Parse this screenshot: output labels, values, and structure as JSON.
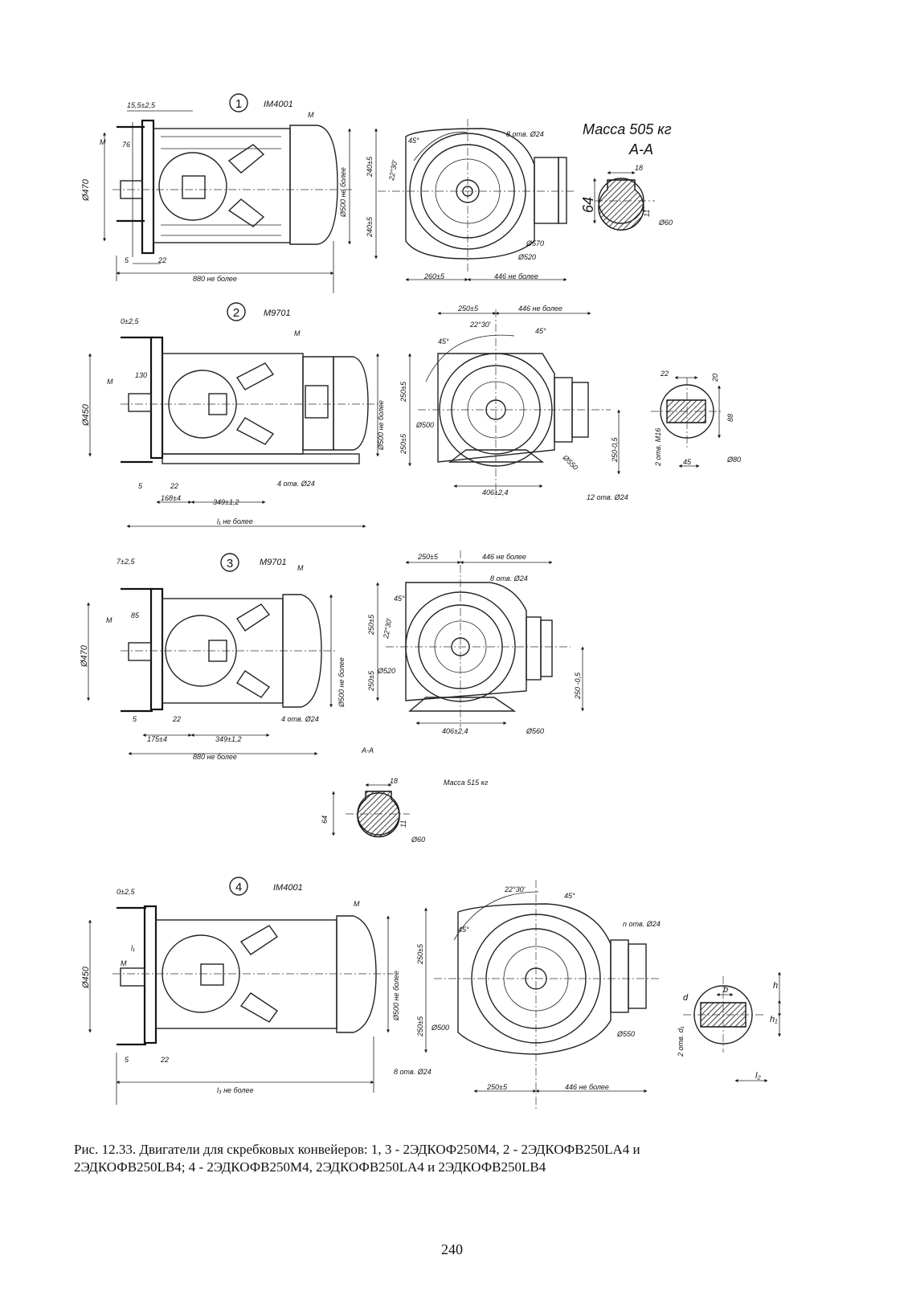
{
  "figures": [
    {
      "number": "1",
      "mount": "IM4001",
      "mass": "Масса 505 кг",
      "section": "А-А",
      "labels": {
        "flange_gap": "15,5±2,5",
        "diam_flange": "Ø470",
        "diam_body": "Ø500 не более",
        "shaft_ext": "76",
        "size_22": "22",
        "size_5": "5",
        "length": "880 не более",
        "h_upper": "240±5",
        "h_lower": "240±5",
        "w_left": "260±5",
        "w_right": "446 не более",
        "holes": "8 отв. Ø24",
        "d_570": "Ø570",
        "d_520": "Ø520",
        "ang_45": "45°",
        "ang_22": "22°30'",
        "sec_18": "18",
        "sec_64": "64",
        "sec_11": "11",
        "sec_d60": "Ø60",
        "m": "М"
      }
    },
    {
      "number": "2",
      "mount": "М9701",
      "labels": {
        "flange_gap": "0±2,5",
        "shaft_ext": "130",
        "diam_flange": "Ø450",
        "diam_body": "Ø500 не более",
        "size_5": "5",
        "size_22": "22",
        "size_168": "168±4",
        "size_349": "349±1,2",
        "length": "l₁ не более",
        "foot_holes": "4 отв. Ø24",
        "w_left": "250±5",
        "w_right": "446 не более",
        "ang_22": "22°30'",
        "ang_45a": "45°",
        "ang_45b": "45°",
        "h_upper": "250±5",
        "h_lower": "250±5",
        "d_500": "Ø500",
        "d_550": "Ø550",
        "foot_span": "406±2,4",
        "holes12": "12 отв. Ø24",
        "h_250": "250-0,5",
        "sec_22": "22",
        "sec_20": "20",
        "sec_88": "88",
        "sec_m16": "2 отв. М16",
        "sec_45": "45",
        "sec_d80": "Ø80",
        "m": "М"
      }
    },
    {
      "number": "3",
      "mount": "М9701",
      "mass": "Масса 515 кг",
      "section": "А-А",
      "labels": {
        "flange_gap": "7±2,5",
        "shaft_ext": "85",
        "diam_flange": "Ø470",
        "diam_body": "Ø500 не более",
        "size_5": "5",
        "size_22": "22",
        "size_175": "175±4",
        "size_349": "349±1,2",
        "length": "880 не более",
        "foot_holes": "4 отв. Ø24",
        "w_left": "250±5",
        "w_right": "446 не более",
        "holes8": "8 отв. Ø24",
        "ang_45": "45°",
        "ang_22": "22°30'",
        "h_upper": "250±5",
        "h_lower": "250±5",
        "d_520": "Ø520",
        "foot_span": "406±2,4",
        "d_560": "Ø560",
        "h_250": "250 -0,5",
        "sec_18": "18",
        "sec_64": "64",
        "sec_11": "11",
        "sec_d60": "Ø60",
        "m": "М"
      }
    },
    {
      "number": "4",
      "mount": "IM4001",
      "labels": {
        "flange_gap": "0±2,5",
        "diam_flange": "Ø450",
        "diam_body": "Ø500 не более",
        "size_5": "5",
        "size_22": "22",
        "length": "l₃ не более",
        "l1": "l₁",
        "ang_22": "22°30'",
        "ang_45a": "45°",
        "ang_45b": "45°",
        "holes_n": "n отв. Ø24",
        "h_upper": "250±5",
        "h_lower": "250±5",
        "d_500": "Ø500",
        "d_550": "Ø550",
        "holes8": "8 отв. Ø24",
        "w_left": "250±5",
        "w_right": "446 не более",
        "sec_d": "d",
        "sec_b": "b",
        "sec_h": "h",
        "sec_h1": "h₁",
        "sec_2d": "2 отв. d₁",
        "sec_l": "l₂",
        "m": "М"
      }
    }
  ],
  "caption": {
    "line1": "Рис. 12.33. Двигатели для скребковых конвейеров: 1, 3 - 2ЭДКОФ250М4,  2 - 2ЭДКОФВ250LA4 и",
    "line2": "2ЭДКОФВ250LB4; 4 - 2ЭДКОФВ250М4,  2ЭДКОФВ250LA4 и 2ЭДКОФВ250LB4"
  },
  "page_number": "240"
}
